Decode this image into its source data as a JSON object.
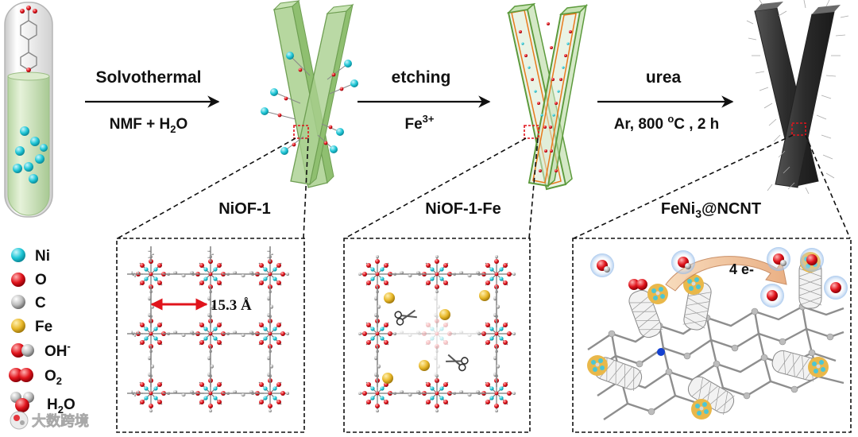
{
  "steps": {
    "step1": {
      "top": "Solvothermal",
      "bottom_main": "NMF + H",
      "bottom_sub": "2",
      "bottom_tail": "O"
    },
    "step2": {
      "top": "etching",
      "bottom_main": "Fe",
      "bottom_sup": "3+"
    },
    "step3": {
      "top": "urea",
      "bottom_main": "Ar, 800 ",
      "bottom_sup": "o",
      "bottom_tail": "C , 2 h"
    }
  },
  "materials": {
    "m1": "NiOF-1",
    "m2": "NiOF-1-Fe",
    "m3_main": "FeNi",
    "m3_sub": "3",
    "m3_tail": "@NCNT"
  },
  "annotations": {
    "pore_size": "15.3 Å",
    "electrons": "4 e-"
  },
  "legend": {
    "ni": "Ni",
    "o": "O",
    "c": "C",
    "fe": "Fe",
    "oh_main": "OH",
    "oh_sup": "-",
    "o2_main": "O",
    "o2_sub": "2",
    "h2o_main": "H",
    "h2o_sub": "2",
    "h2o_tail": "O"
  },
  "watermark": "大数跨境",
  "colors": {
    "ni": "#1fc6d6",
    "o": "#e0141c",
    "c": "#9a9a9a",
    "fe": "#e8b82a",
    "rod_green": "#a9d08e",
    "rod_dark": "#3a3a3a",
    "arrow": "#111111"
  }
}
